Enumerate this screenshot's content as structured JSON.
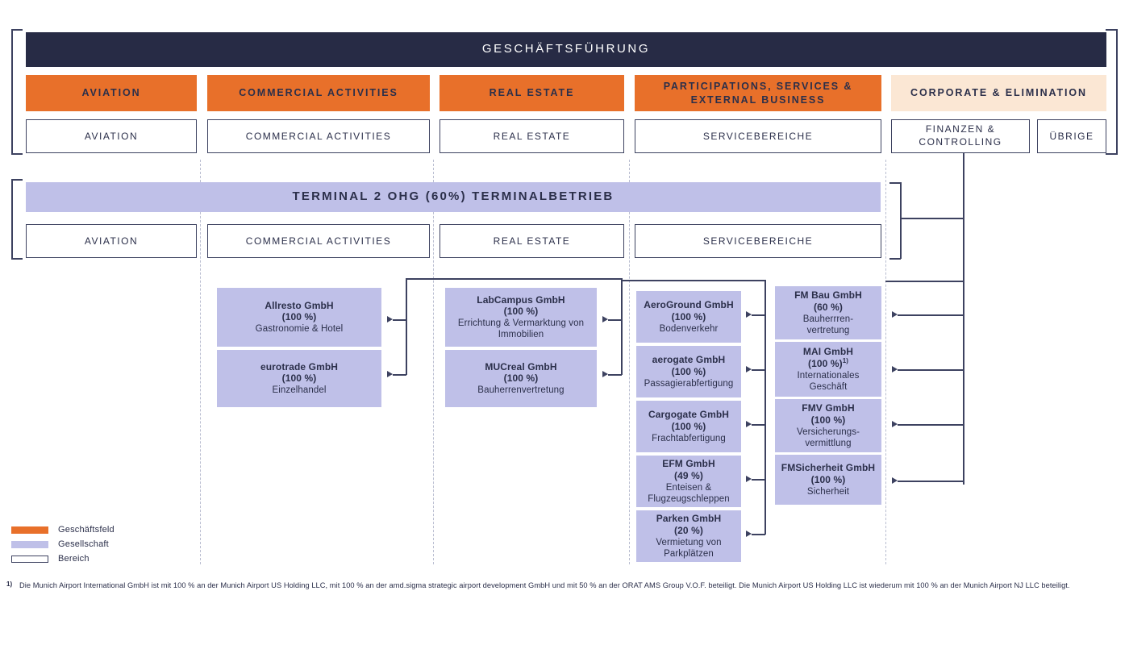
{
  "header": {
    "management_label": "GESCHÄFTSFÜHRUNG"
  },
  "segments": [
    {
      "name": "AVIATION",
      "style": "orange",
      "area": "AVIATION"
    },
    {
      "name": "COMMERCIAL ACTIVITIES",
      "style": "orange",
      "area": "COMMERCIAL ACTIVITIES"
    },
    {
      "name": "REAL ESTATE",
      "style": "orange",
      "area": "REAL ESTATE"
    },
    {
      "name": "PARTICIPATIONS, SERVICES & EXTERNAL BUSINESS",
      "style": "orange",
      "area": "SERVICEBEREICHE"
    },
    {
      "name": "CORPORATE & ELIMINATION",
      "style": "cream",
      "area": "FINANZEN & CONTROLLING",
      "area2": "ÜBRIGE"
    }
  ],
  "terminal2": {
    "band_label": "TERMINAL 2 OHG (60%) TERMINALBETRIEB",
    "areas": [
      "AVIATION",
      "COMMERCIAL ACTIVITIES",
      "REAL ESTATE",
      "SERVICEBEREICHE"
    ]
  },
  "companies": {
    "commercial": [
      {
        "name": "Allresto GmbH",
        "share": "(100 %)",
        "desc": "Gastronomie & Hotel"
      },
      {
        "name": "eurotrade GmbH",
        "share": "(100 %)",
        "desc": "Einzelhandel"
      }
    ],
    "real_estate": [
      {
        "name": "LabCampus GmbH",
        "share": "(100 %)",
        "desc": "Errichtung & Vermarktung von Immobilien"
      },
      {
        "name": "MUCreal GmbH",
        "share": "(100 %)",
        "desc": "Bauherrenvertretung"
      }
    ],
    "services": [
      {
        "name": "AeroGround GmbH",
        "share": "(100 %)",
        "desc": "Bodenverkehr"
      },
      {
        "name": "aerogate GmbH",
        "share": "(100 %)",
        "desc": "Passagierabfertigung"
      },
      {
        "name": "Cargogate GmbH",
        "share": "(100 %)",
        "desc": "Frachtabfertigung"
      },
      {
        "name": "EFM GmbH",
        "share": "(49 %)",
        "desc": "Enteisen & Flugzeugschleppen"
      },
      {
        "name": "Parken GmbH",
        "share": "(20 %)",
        "desc": "Vermietung von Parkplätzen"
      }
    ],
    "corporate": [
      {
        "name": "FM Bau GmbH",
        "share": "(60 %)",
        "footnote": "",
        "desc": "Bauherrren-vertretung"
      },
      {
        "name": "MAI GmbH",
        "share": "(100 %)",
        "footnote": "1)",
        "desc": "Internationales Geschäft"
      },
      {
        "name": "FMV GmbH",
        "share": "(100 %)",
        "footnote": "",
        "desc": "Versicherungs-vermittlung"
      },
      {
        "name": "FMSicherheit GmbH",
        "share": "(100 %)",
        "footnote": "",
        "desc": "Sicherheit"
      }
    ]
  },
  "legend": [
    {
      "label": "Geschäftsfeld",
      "color": "#e8702a"
    },
    {
      "label": "Gesellschaft",
      "color": "#bfc0e8"
    },
    {
      "label": "Bereich",
      "color": "#ffffff"
    }
  ],
  "footnote": {
    "marker": "1)",
    "text": "Die Munich Airport International GmbH ist mit 100 % an der Munich Airport US Holding LLC, mit 100 % an der amd.sigma strategic airport development GmbH und mit 50 % an der ORAT AMS Group V.O.F. beteiligt. Die Munich Airport US Holding LLC ist wiederum mit 100 % an der Munich Airport NJ LLC beteiligt."
  },
  "colors": {
    "dark": "#272b45",
    "orange": "#e8702a",
    "cream": "#fbe7d4",
    "lavender": "#bfc0e8",
    "line": "#3d4260"
  }
}
